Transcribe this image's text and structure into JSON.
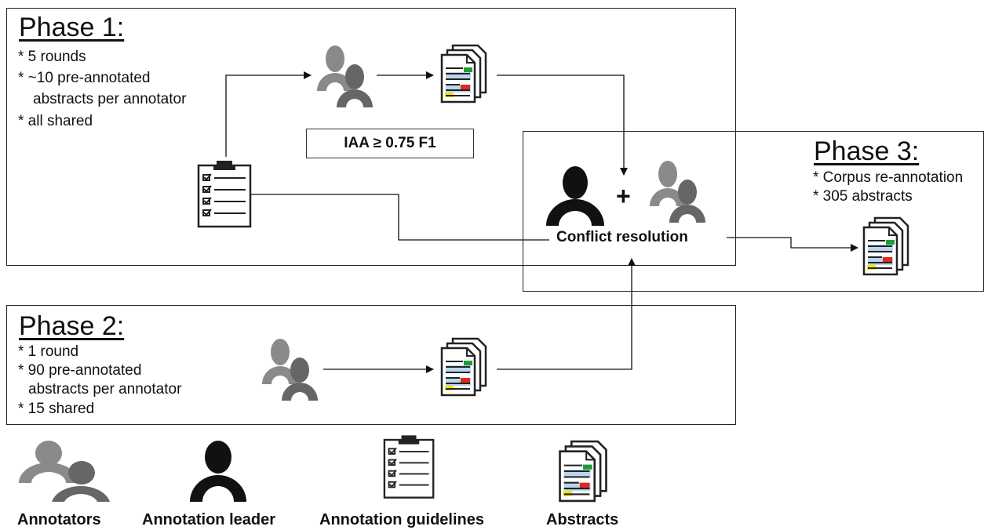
{
  "phase1": {
    "title": "Phase 1:",
    "bullets": [
      "* 5 rounds",
      "* ~10 pre-annotated",
      "abstracts per annotator",
      "* all shared"
    ],
    "iaa_label": "IAA  ≥ 0.75 F1"
  },
  "phase2": {
    "title": "Phase 2:",
    "bullets": [
      "* 1 round",
      "* 90 pre-annotated",
      "abstracts per annotator",
      "* 15 shared"
    ]
  },
  "phase3": {
    "title": "Phase 3:",
    "bullets": [
      "* Corpus re-annotation",
      "* 305 abstracts"
    ]
  },
  "conflict": {
    "plus": "+",
    "label": "Conflict resolution"
  },
  "legend": {
    "annotators": "Annotators",
    "leader": "Annotation leader",
    "guidelines": "Annotation guidelines",
    "abstracts": "Abstracts"
  },
  "colors": {
    "person_light": "#8a8a8a",
    "person_dark": "#666666",
    "leader": "#111111",
    "highlight_green": "#1a9e3a",
    "highlight_red": "#e0281e",
    "highlight_yellow": "#f5e400",
    "highlight_blue": "#b9d6ee"
  }
}
